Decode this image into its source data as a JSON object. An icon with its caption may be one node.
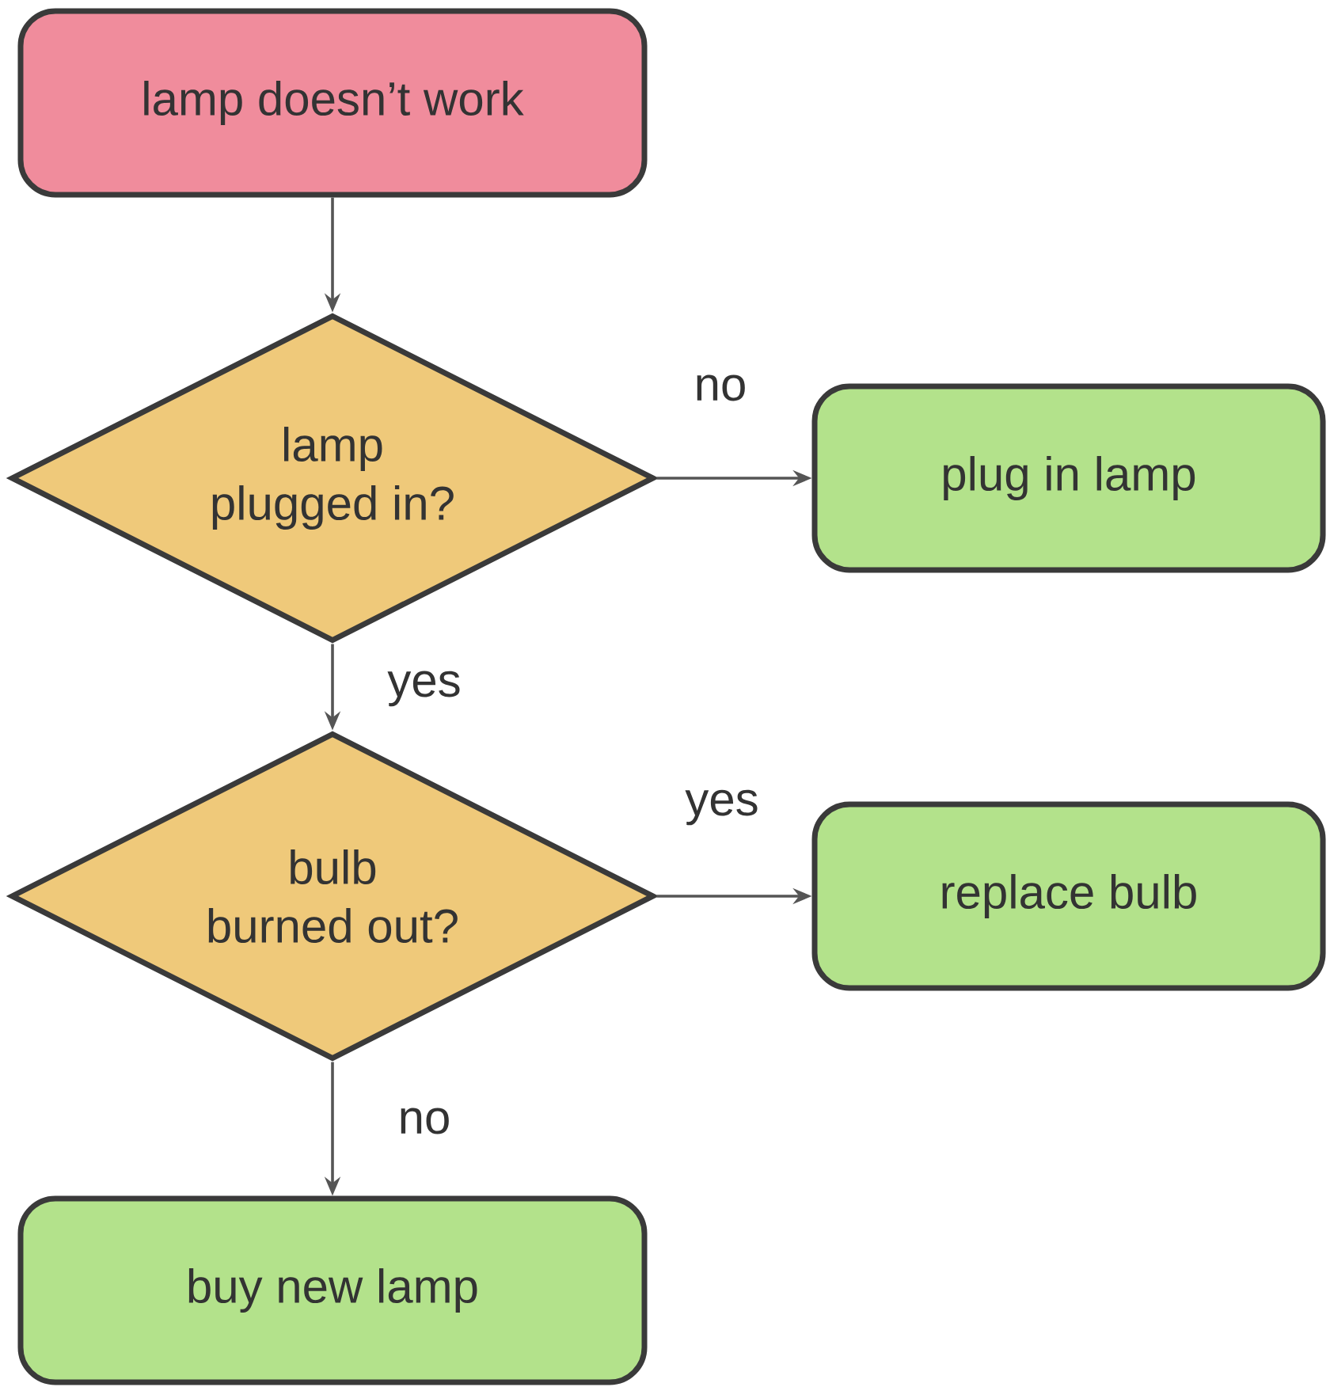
{
  "diagram": {
    "nodes": [
      {
        "text": [
          "lamp doesn’t work"
        ]
      },
      {
        "text": [
          "lamp plugged in?"
        ]
      },
      {
        "text": [
          "plug in lamp"
        ]
      },
      {
        "text": [
          "bulb burned out?"
        ]
      },
      {
        "text": [
          "replace bulb"
        ]
      },
      {
        "text": [
          "buy new lamp"
        ]
      }
    ],
    "edges": [
      {
        "from": 0,
        "to": 1,
        "arrow": "to"
      },
      {
        "from": 1,
        "to": 2,
        "arrow": "to",
        "label": "no"
      },
      {
        "from": 1,
        "to": 3,
        "arrow": "to",
        "label": "yes"
      },
      {
        "from": 3,
        "to": 4,
        "arrow": "to",
        "label": "yes"
      },
      {
        "from": 3,
        "to": 5,
        "arrow": "to",
        "label": "no"
      }
    ]
  }
}
